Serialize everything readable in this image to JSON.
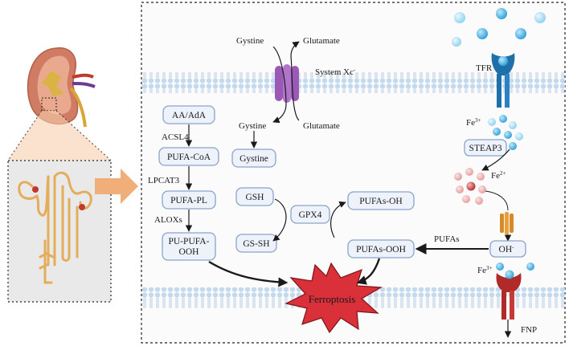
{
  "membrane": {
    "system_label": "System Xc",
    "system_sup": "-",
    "tfr_label": "TFR"
  },
  "cystine_cycle": {
    "top_left": "Gystine",
    "top_right": "Glutamate",
    "bottom_left": "Gystine",
    "bottom_right": "Glutamate",
    "cytosol_box": "Gystine"
  },
  "lipid_pathway": {
    "nodes": [
      "AA/AdA",
      "PUFA-CoA",
      "PUFA-PL",
      "PU-PUFA-\nOOH"
    ],
    "enzymes": [
      "ACSL4",
      "LPCAT3",
      "ALOXs"
    ]
  },
  "gpx4_cycle": {
    "gsh": "GSH",
    "gssh": "GS-SH",
    "gpx4": "GPX4",
    "pufas_oh": "PUFAs-OH",
    "pufas_ooh": "PUFAs-OOH"
  },
  "iron_pathway": {
    "fe3": "Fe",
    "fe3_sup": "3+",
    "steap3": "STEAP3",
    "fe2": "Fe",
    "fe2_sup": "2+",
    "oh": "OH",
    "oh_sup": "-",
    "pufas_label": "PUFAs",
    "fe3_bottom": "Fe",
    "fe3_bottom_sup": "3+",
    "fnp": "FNP"
  },
  "outcome": {
    "ferroptosis": "Ferroptosis"
  },
  "colors": {
    "membrane_head": "#c8dcef",
    "membrane_tail": "#8fb2d6",
    "box_fill": "#eef3fb",
    "box_stroke": "#8aa3c8",
    "xc_transporter": "#9b59b6",
    "tfr": "#1f6fa8",
    "iron_bead": "#35a7dd",
    "fe2_bead": "#c0392b",
    "fnp": "#b02a2a",
    "ferroptosis_star": "#d9303a",
    "arrow_highlight": "#f2ae79"
  }
}
